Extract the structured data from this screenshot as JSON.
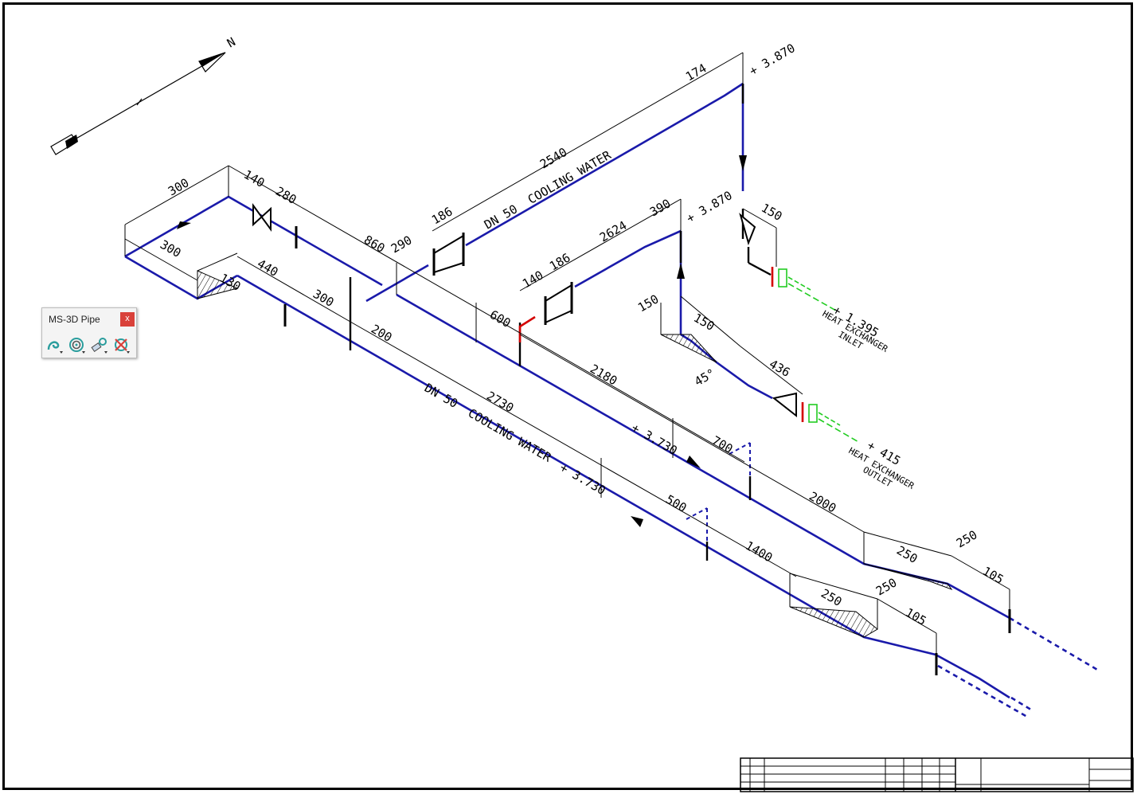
{
  "palette": {
    "title": "MS-3D Pipe",
    "close_label": "x",
    "tools": [
      {
        "icon": "pipe-route-icon"
      },
      {
        "icon": "pipe-spiral-icon"
      },
      {
        "icon": "pipe-edit-icon"
      },
      {
        "icon": "pipe-delete-icon"
      }
    ]
  },
  "colors": {
    "pipe": "#1a1aaa",
    "dimension": "#000000",
    "flange_red": "#d40000",
    "connection_green": "#22cc22",
    "hatch": "#000000"
  },
  "north_label": "N",
  "pipe_labels": {
    "upper": "DN 50  COOLING WATER",
    "lower": "DN 50  COOLING WATER"
  },
  "elevations": {
    "top_right": "+ 3.870",
    "middle": "+ 3.870",
    "upper_run": "+ 3.730",
    "lower_run": "+ 3.730",
    "hx_inlet": "+ 1.395",
    "hx_outlet": "+ 415"
  },
  "equipment": {
    "inlet_line1": "HEAT EXCHANGER",
    "inlet_line2": "INLET",
    "outlet_line1": "HEAT EXCHANGER",
    "outlet_line2": "OUTLET"
  },
  "angle_label": "45°",
  "dimensions": {
    "d300a": "300",
    "d140a": "140",
    "d280": "280",
    "d300b": "300",
    "d130": "130",
    "d440": "440",
    "d300c": "300",
    "d860": "860",
    "d290": "290",
    "d186a": "186",
    "d2540": "2540",
    "d174": "174",
    "d150a": "150",
    "d2624": "2624",
    "d390": "390",
    "d140b": "140",
    "d186b": "186",
    "d150b": "150",
    "d150c": "150",
    "d600": "600",
    "d200": "200",
    "d2180": "2180",
    "d436": "436",
    "d2730": "2730",
    "d700": "700",
    "d500": "500",
    "d2000": "2000",
    "d1400": "1400",
    "d250a": "250",
    "d250b": "250",
    "d105a": "105",
    "d250c": "250",
    "d250d": "250",
    "d105b": "105"
  }
}
